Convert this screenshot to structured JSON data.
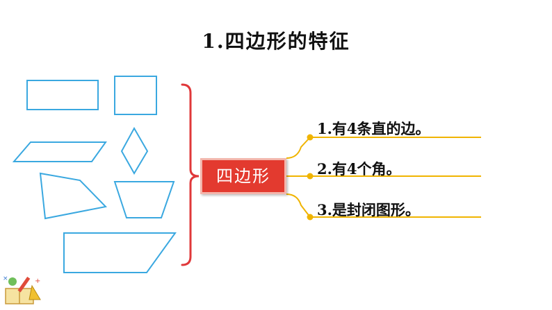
{
  "title": "1.四边形的特征",
  "center_label": "四边形",
  "features": [
    "1.有4条直的边。",
    "2.有4个角。",
    "3.是封闭图形。"
  ],
  "colors": {
    "shape_outline": "#3aa8e0",
    "brace": "#e0383a",
    "center_fill": "#e33a2f",
    "connector": "#f0b400",
    "title": "#111111"
  },
  "icons": [
    "stationery-decoration-icon"
  ]
}
